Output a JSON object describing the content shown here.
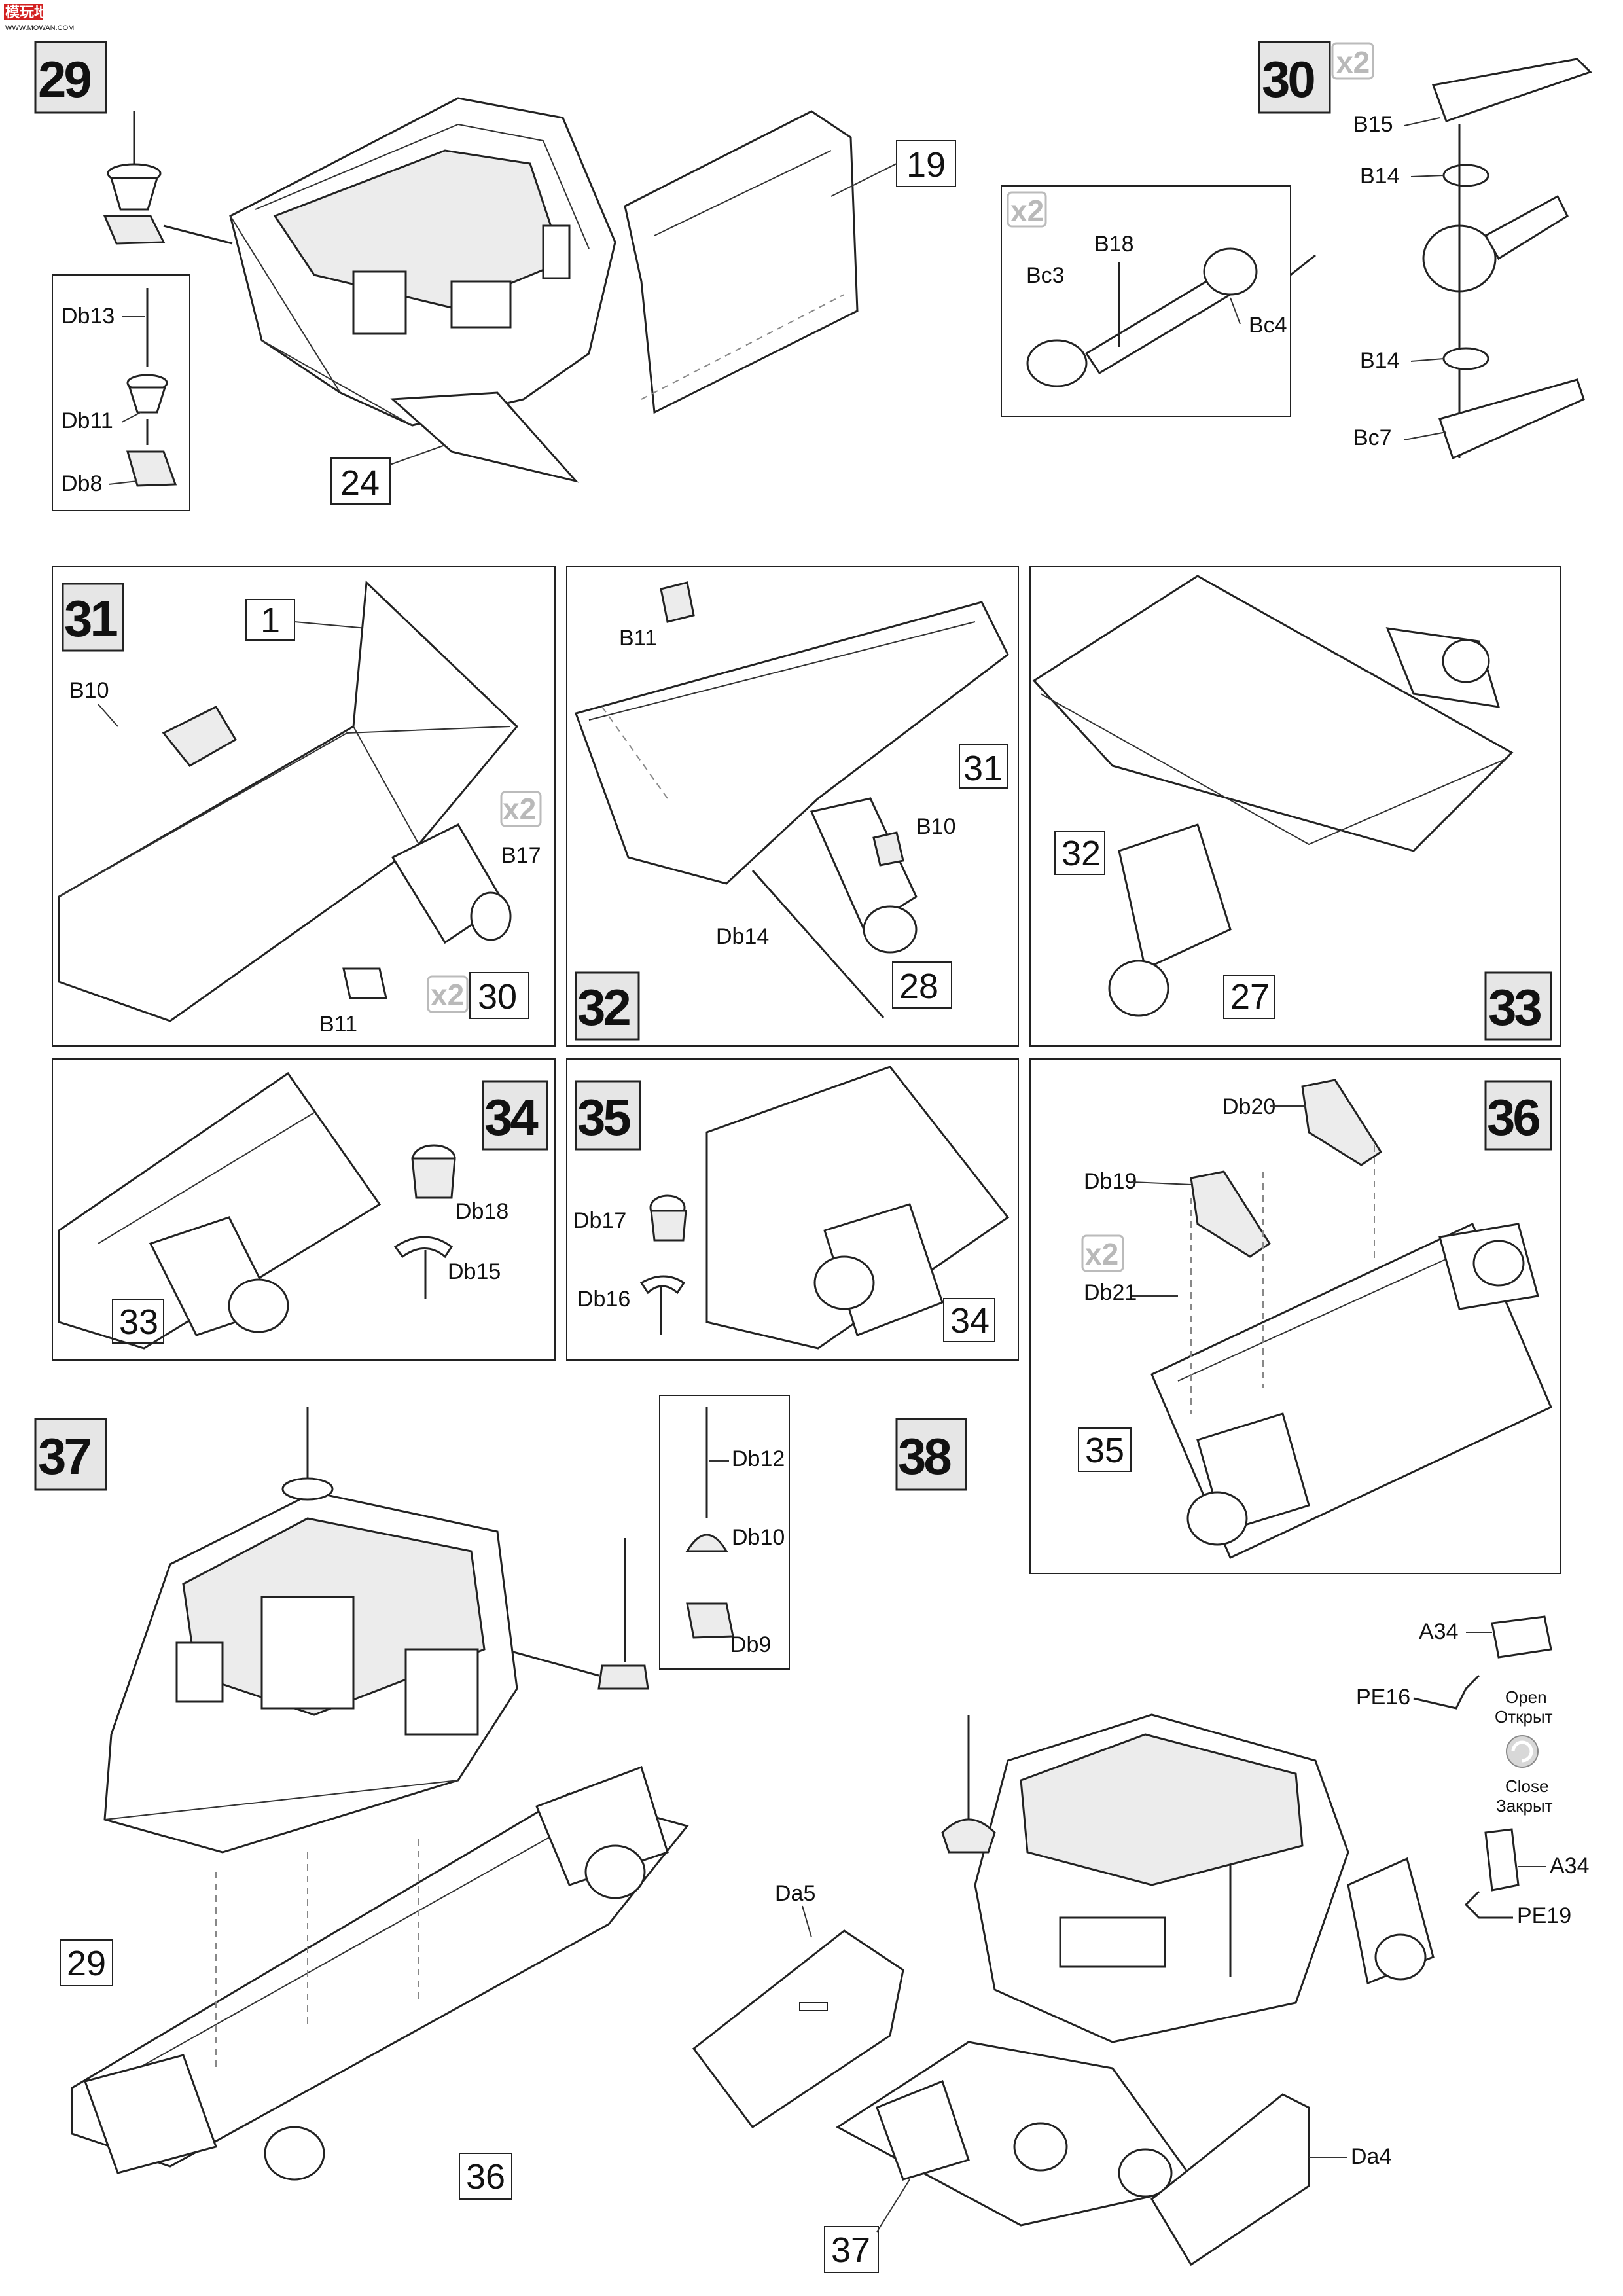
{
  "logo": {
    "text": "模玩地带",
    "subtext": "WWW.MOWAN.COM"
  },
  "steps": {
    "s29": "29",
    "s30": "30",
    "s31": "31",
    "s32": "32",
    "s33": "33",
    "s34": "34",
    "s35": "35",
    "s36": "36",
    "s37": "37",
    "s38": "38"
  },
  "multipliers": {
    "x2": "x2"
  },
  "part_labels": {
    "Db13": "Db13",
    "Db11": "Db11",
    "Db8": "Db8",
    "B15": "B15",
    "B14": "B14",
    "B18": "B18",
    "Bc3": "Bc3",
    "Bc4": "Bc4",
    "Bc7": "Bc7",
    "B10": "B10",
    "B11": "B11",
    "B17": "B17",
    "Db14": "Db14",
    "Db18": "Db18",
    "Db15": "Db15",
    "Db17": "Db17",
    "Db16": "Db16",
    "Db20": "Db20",
    "Db19": "Db19",
    "Db21": "Db21",
    "Db12": "Db12",
    "Db10": "Db10",
    "Db9": "Db9",
    "A34": "A34",
    "PE16": "PE16",
    "PE19": "PE19",
    "Da5": "Da5",
    "Da4": "Da4"
  },
  "subassembly_refs": {
    "r19": "19",
    "r24": "24",
    "r1": "1",
    "r30": "30",
    "r31": "31",
    "r28": "28",
    "r32": "32",
    "r27": "27",
    "r33": "33",
    "r34": "34",
    "r35": "35",
    "r29": "29",
    "r36": "36",
    "r37": "37"
  },
  "hatch_states": {
    "open_en": "Open",
    "open_ru": "Открыт",
    "close_en": "Close",
    "close_ru": "Закрыт"
  }
}
